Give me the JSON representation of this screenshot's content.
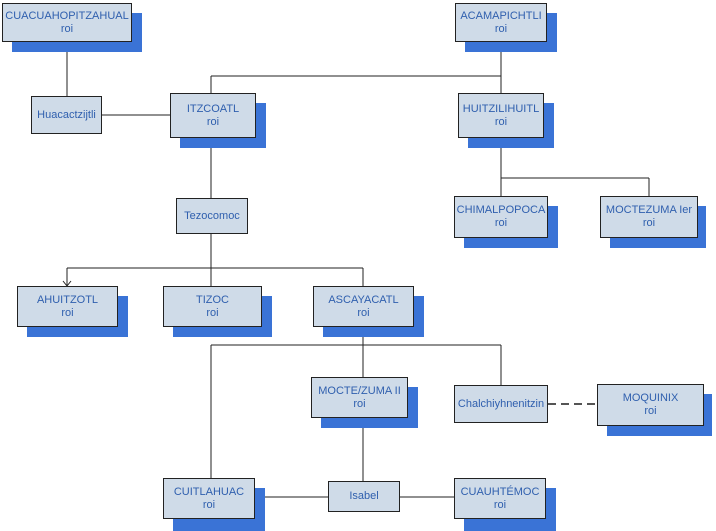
{
  "colors": {
    "box_fill": "#cfdbe8",
    "box_text": "#2f5fae",
    "shadow": "#3a73d6",
    "line": "#222222"
  },
  "nodes": {
    "cuacuahopitzahual": {
      "name": "CUACUAHOPITZAHUAL",
      "title": "roi"
    },
    "acamapichtli": {
      "name": "ACAMAPICHTLI",
      "title": "roi"
    },
    "huacactzijtli": {
      "name": "Huacactzijtli"
    },
    "itzcoatl": {
      "name": "ITZCOATL",
      "title": "roi"
    },
    "huitzilihuitl": {
      "name": "HUITZILIHUITL",
      "title": "roi"
    },
    "chimalpopoca": {
      "name": "CHIMALPOPOCA",
      "title": "roi"
    },
    "moctezuma1": {
      "name": "MOCTEZUMA Ier",
      "title": "roi"
    },
    "tezocomoc": {
      "name": "Tezocomoc"
    },
    "ahuitzotl": {
      "name": "AHUITZOTL",
      "title": "roi"
    },
    "tizoc": {
      "name": "TIZOC",
      "title": "roi"
    },
    "ascayacatl": {
      "name": "ASCAYACATL",
      "title": "roi"
    },
    "moctezuma2": {
      "name": "MOCTE/ZUMA II",
      "title": "roi"
    },
    "chalchiyhnenitzin": {
      "name": "Chalchiyhnenitzin"
    },
    "moquinix": {
      "name": "MOQUINIX",
      "title": "roi"
    },
    "cuitlahuac": {
      "name": "CUITLAHUAC",
      "title": "roi"
    },
    "isabel": {
      "name": "Isabel"
    },
    "cuauhtemoc": {
      "name": "CUAUHTÉMOC",
      "title": "roi"
    }
  }
}
